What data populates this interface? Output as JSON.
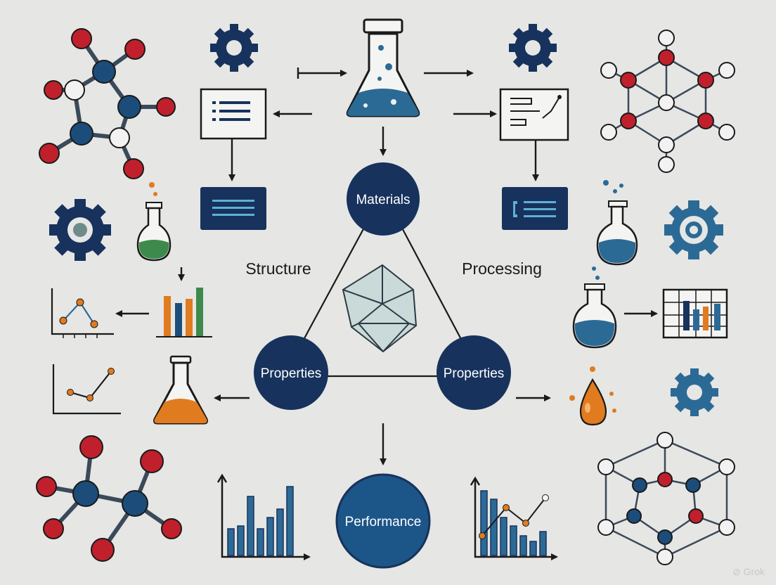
{
  "nodes": {
    "materials": "Materials",
    "properties_left": "Properties",
    "properties_right": "Properties",
    "performance": "Performance"
  },
  "labels": {
    "structure": "Structure",
    "processing": "Processing"
  },
  "watermark": "Grok",
  "colors": {
    "navy": "#17325c",
    "blue": "#2c6a96",
    "red": "#c0202c",
    "green": "#3e8a4c",
    "orange": "#e07b1f",
    "background": "#e6e6e4"
  }
}
